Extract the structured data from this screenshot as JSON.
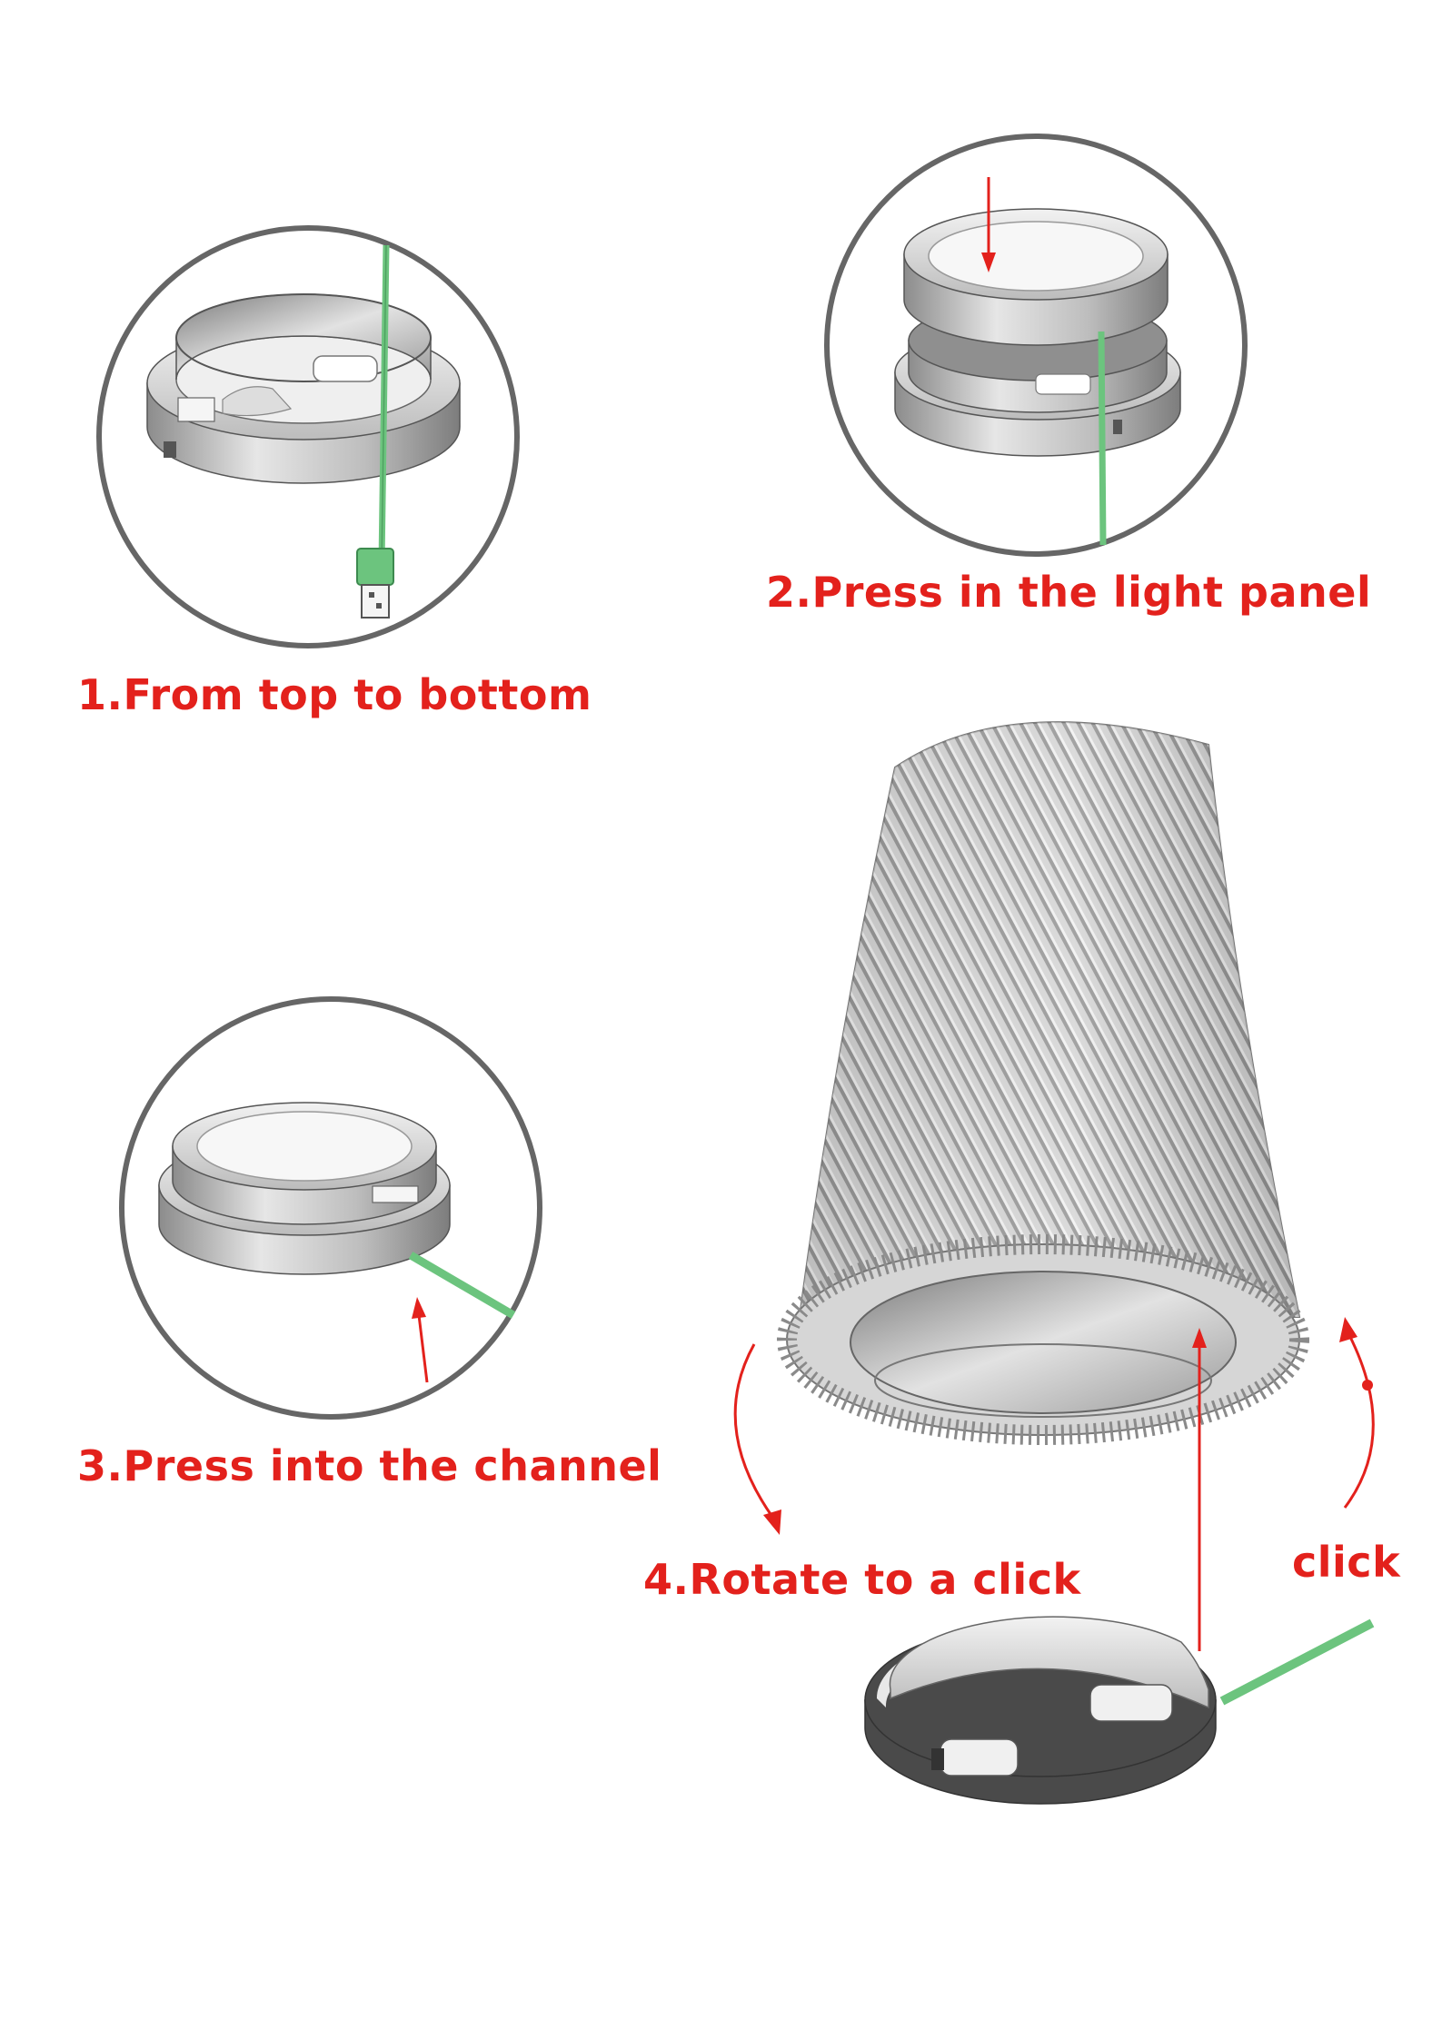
{
  "steps": [
    {
      "number": 1,
      "label": "1.From top to bottom"
    },
    {
      "number": 2,
      "label": "2.Press in the light panel"
    },
    {
      "number": 3,
      "label": "3.Press into the channel"
    },
    {
      "number": 4,
      "label": "4.Rotate to a click"
    }
  ],
  "click_label": "click",
  "colors": {
    "caption": "#e3211c",
    "arrow": "#e3211c",
    "cable": "#6cc47e",
    "circle_outline": "#666666",
    "metal_light": "#d9d9d9",
    "metal_dark": "#8a8a8a",
    "base_dark": "#4a4a4a"
  }
}
